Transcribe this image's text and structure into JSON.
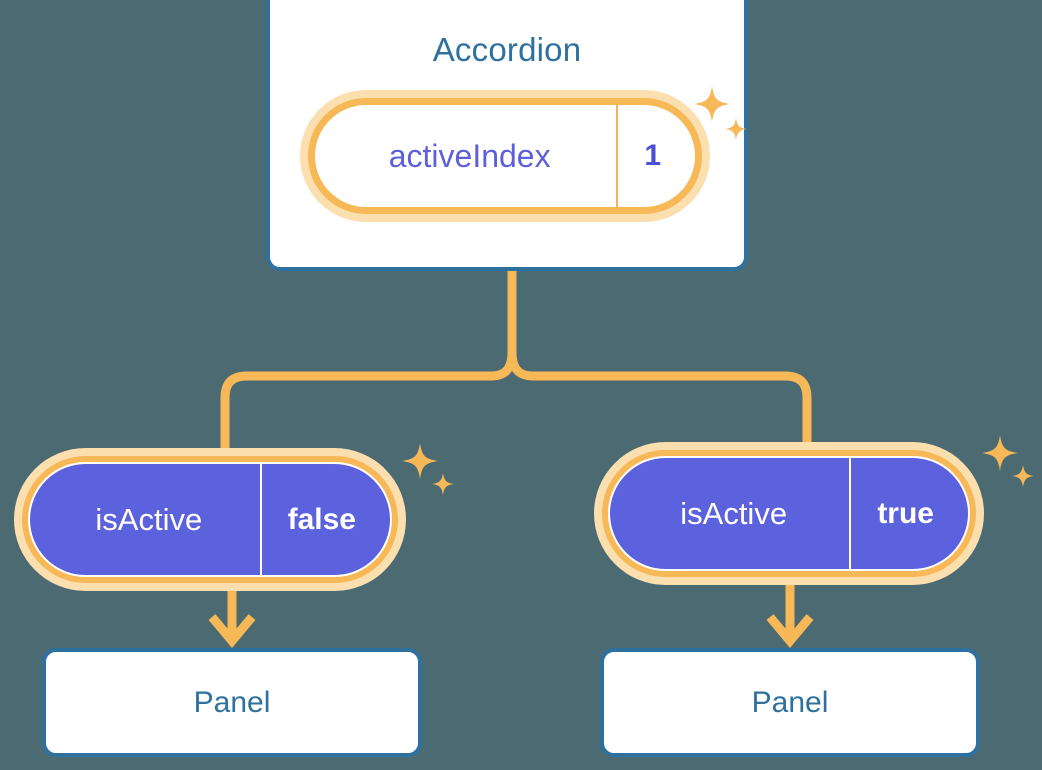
{
  "theme": {
    "background": "#4c6a72",
    "card_border": "#2f719e",
    "card_fill": "#ffffff",
    "title_text": "#2f719e",
    "accent_orange": "#f7b858",
    "accent_orange_halo": "#fbdfae",
    "prop_purple": "#5c62dd",
    "prop_text_purple": "#5d5fdb",
    "prop_text_white": "#ffffff"
  },
  "parent": {
    "title": "Accordion",
    "state": {
      "key": "activeIndex",
      "value": "1"
    }
  },
  "children": [
    {
      "prop": {
        "key": "isActive",
        "value": "false"
      },
      "panel_title": "Panel"
    },
    {
      "prop": {
        "key": "isActive",
        "value": "true"
      },
      "panel_title": "Panel"
    }
  ],
  "icons": {
    "sparkle_large": "sparkle-icon",
    "sparkle_small": "sparkle-small-icon",
    "arrow_down": "arrow-down-icon",
    "branch_connector": "branch-connector-icon"
  }
}
